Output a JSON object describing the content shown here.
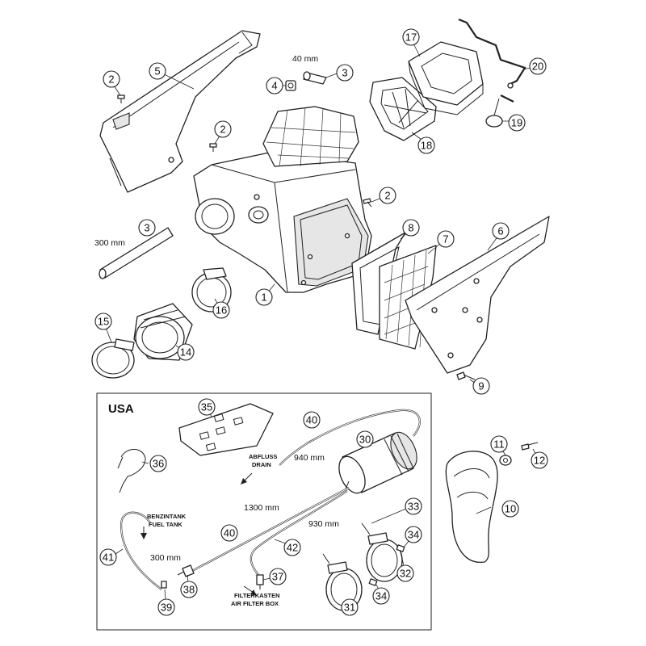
{
  "section_label": "USA",
  "dimensions": {
    "d_40mm": "40 mm",
    "d_300mm_hose": "300 mm",
    "d_940mm": "940 mm",
    "d_1300mm": "1300 mm",
    "d_930mm": "930 mm",
    "d_300mm_tank": "300 mm"
  },
  "notes": {
    "drain_de": "ABFLUSS",
    "drain_en": "DRAIN",
    "fuel_de": "BENZINTANK",
    "fuel_en": "FUEL TANK",
    "filter_de": "FILTERKASTEN",
    "filter_en": "AIR FILTER BOX"
  },
  "callouts": [
    "1",
    "2",
    "3",
    "4",
    "5",
    "6",
    "7",
    "8",
    "9",
    "10",
    "11",
    "12",
    "14",
    "15",
    "16",
    "17",
    "18",
    "19",
    "20",
    "30",
    "31",
    "32",
    "33",
    "34",
    "35",
    "36",
    "37",
    "38",
    "39",
    "40",
    "41",
    "42"
  ],
  "colors": {
    "line": "#222222",
    "background": "#ffffff"
  }
}
